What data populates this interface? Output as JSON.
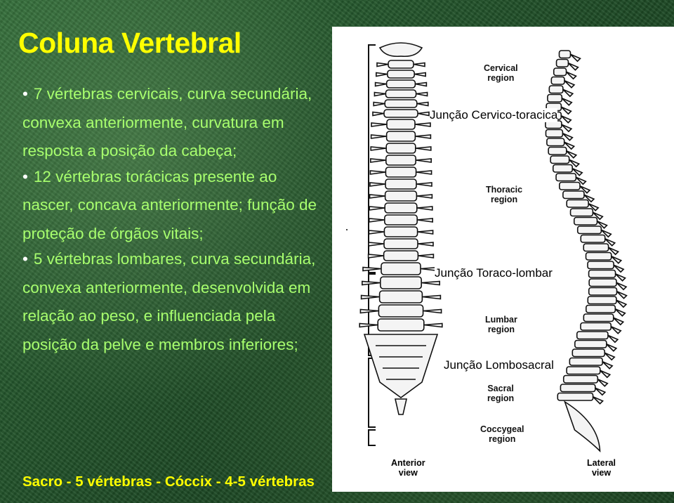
{
  "slide": {
    "title": "Coluna Vertebral",
    "bullets": [
      {
        "text": "7 vértebras cervicais, curva secundária, convexa anteriormente, curvatura em resposta a posição da cabeça;"
      },
      {
        "text": "12 vértebras torácicas presente ao nascer, concava anteriormente; função de proteção de órgãos vitais;"
      },
      {
        "text": "5 vértebras lombares, curva secundária, convexa anteriormente, desenvolvida em relação ao peso, e influenciada pela posição da pelve e membros inferiores;"
      }
    ],
    "footer": "Sacro - 5 vértebras - Cóccix - 4-5 vértebras",
    "colors": {
      "title": "#ffff00",
      "bullet_text": "#a8ff6e",
      "background": "#1e4a26"
    }
  },
  "figure": {
    "regions": [
      "Cervical\nregion",
      "Thoracic\nregion",
      "Lumbar\nregion",
      "Sacral\nregion",
      "Coccygeal\nregion"
    ],
    "junctions": [
      "Junção Cervico-toracica",
      "Junção Toraco-lombar",
      "Junção Lombosacral"
    ],
    "views": [
      "Anterior\nview",
      "Lateral\nview"
    ]
  }
}
